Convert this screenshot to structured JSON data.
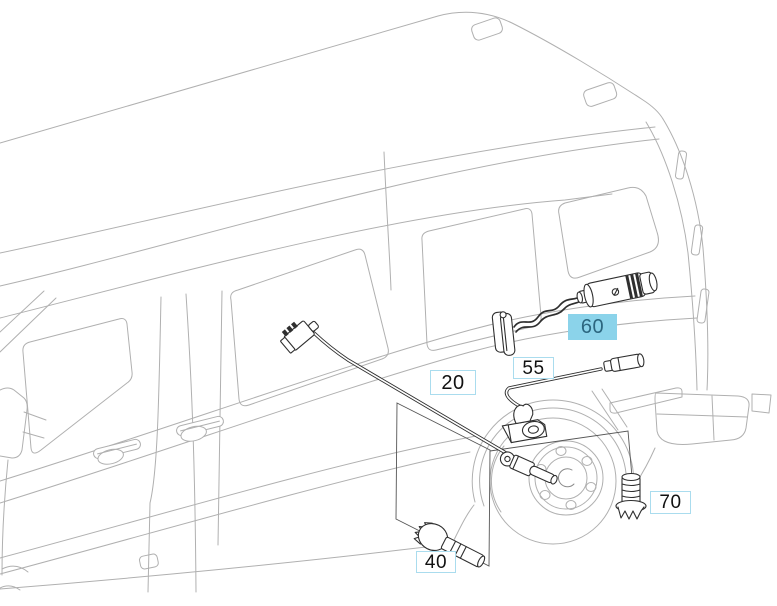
{
  "diagram": {
    "kind": "vehicle-parts-line-drawing",
    "callouts": [
      {
        "id": "20",
        "label": "20",
        "highlighted": false
      },
      {
        "id": "40",
        "label": "40",
        "highlighted": false
      },
      {
        "id": "55",
        "label": "55",
        "highlighted": false
      },
      {
        "id": "60",
        "label": "60",
        "highlighted": true
      },
      {
        "id": "70",
        "label": "70",
        "highlighted": false
      }
    ],
    "colors": {
      "background": "#ffffff",
      "van_outline": "#b0b0b0",
      "part_line": "#2f2f2f",
      "leader_line": "#555555",
      "label_border": "#aadcee",
      "label_background": "#ffffff",
      "label_text": "#111111",
      "highlight_background": "#8bd3ea",
      "highlight_text": "#2c667f"
    }
  }
}
